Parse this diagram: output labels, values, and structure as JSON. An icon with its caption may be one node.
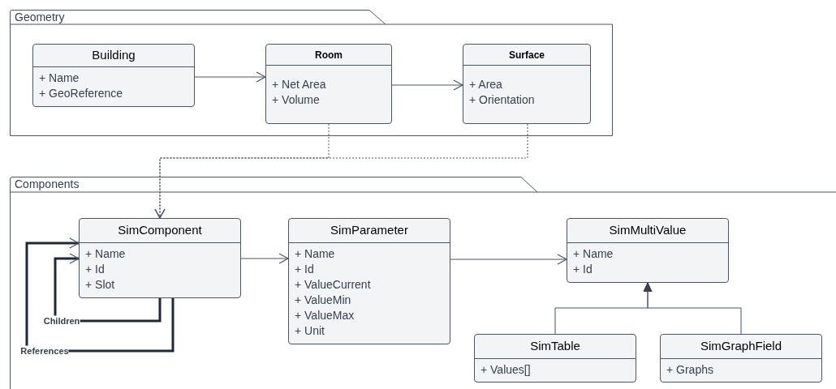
{
  "diagram": {
    "nodes": [
      {
        "text": [
          "Geometry"
        ]
      },
      {
        "text": [
          "Building",
          "+ Name",
          "+ GeoReference"
        ],
        "in": 0
      },
      {
        "text": [
          "Room",
          "+ Net Area",
          "+ Volume"
        ],
        "in": 0
      },
      {
        "text": [
          "Surface",
          "+ Area",
          "+ Orientation"
        ],
        "in": 0
      },
      {
        "text": [
          "Components"
        ]
      },
      {
        "text": [
          "SimComponent",
          "+ Name",
          "+ Id",
          "+ Slot"
        ],
        "in": 4
      },
      {
        "text": [
          "SimParameter",
          "+ Name",
          "+ Id",
          "+ ValueCurrent",
          "+ ValueMin",
          "+ ValueMax",
          "+ Unit"
        ],
        "in": 4
      },
      {
        "text": [
          "SimMultiValue",
          "+ Name",
          "+ Id"
        ],
        "in": 4
      },
      {
        "text": [
          "SimTable",
          "+ Values[]"
        ],
        "in": 4
      },
      {
        "text": [
          "SimGraphField",
          "+ Graphs"
        ],
        "in": 4
      }
    ],
    "edges": [
      {
        "from": 1,
        "to": 2,
        "arrow": "to"
      },
      {
        "from": 2,
        "to": 3,
        "arrow": "to"
      },
      {
        "from": 2,
        "to": 5,
        "arrow": "to",
        "style": "dashed"
      },
      {
        "from": 3,
        "to": 5,
        "arrow": "to",
        "style": "dashed"
      },
      {
        "from": 5,
        "to": 6,
        "arrow": "to"
      },
      {
        "from": 6,
        "to": 7,
        "arrow": "to"
      },
      {
        "from": 8,
        "to": 7,
        "arrow": "to"
      },
      {
        "from": 9,
        "to": 7,
        "arrow": "to"
      },
      {
        "from": 5,
        "to": 5,
        "arrow": "to",
        "label": "Children",
        "style": "thick"
      },
      {
        "from": 5,
        "to": 5,
        "arrow": "to",
        "label": "References",
        "style": "thick"
      }
    ]
  }
}
